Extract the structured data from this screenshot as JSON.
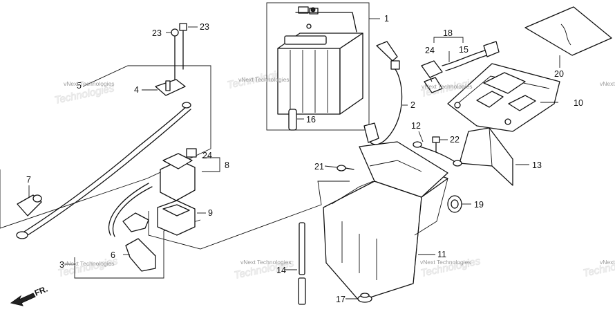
{
  "callouts": {
    "p1": "1",
    "p2": "2",
    "p3": "3",
    "p4": "4",
    "p5": "5",
    "p6": "6",
    "p7": "7",
    "p8": "8",
    "p9": "9",
    "p10": "10",
    "p11": "11",
    "p12": "12",
    "p13": "13",
    "p14": "14",
    "p15": "15",
    "p16": "16",
    "p17": "17",
    "p18": "18",
    "p19": "19",
    "p20": "20",
    "p21": "21",
    "p22": "22",
    "p23a": "23",
    "p23b": "23",
    "p24a": "24",
    "p24b": "24"
  },
  "watermark": "vNext Technologies",
  "direction_label": "FR."
}
